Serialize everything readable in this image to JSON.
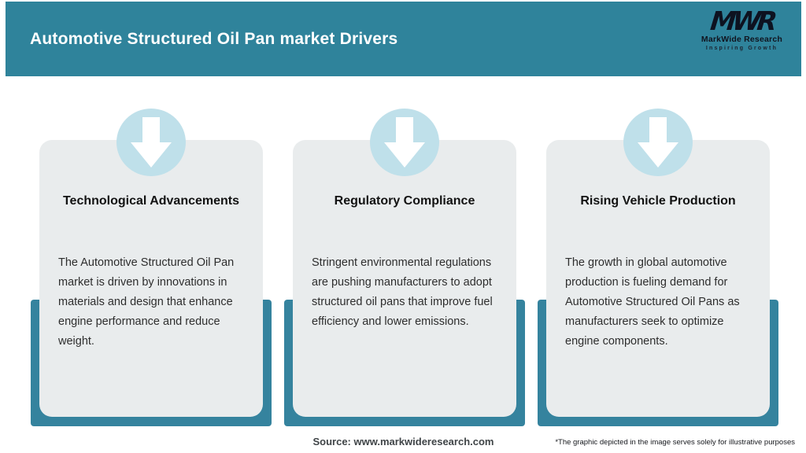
{
  "header": {
    "title": "Automotive Structured Oil Pan market Drivers",
    "logo": {
      "monogram": "MWR",
      "name": "MarkWide Research",
      "tagline": "Inspiring Growth"
    }
  },
  "cards": [
    {
      "icon": "down-arrow-icon",
      "title": "Technological Advancements",
      "description": "The Automotive Structured Oil Pan market is driven by innovations in materials and design that enhance engine performance and reduce weight."
    },
    {
      "icon": "down-arrow-icon",
      "title": "Regulatory Compliance",
      "description": "Stringent environmental regulations are pushing manufacturers to adopt structured oil pans that improve fuel efficiency and lower emissions."
    },
    {
      "icon": "down-arrow-icon",
      "title": "Rising Vehicle Production",
      "description": "The growth in global automotive production is fueling demand for Automotive Structured Oil Pans as manufacturers seek to optimize engine components."
    }
  ],
  "footer": {
    "source": "Source: www.markwideresearch.com",
    "disclaimer": "*The graphic depicted in the image serves solely for illustrative purposes"
  },
  "colors": {
    "header_teal": "#2f839b",
    "ribbon_teal": "#35839e",
    "card_background": "#e9eced",
    "circle_blue": "#bfe0ea",
    "arrow": "#ffffff",
    "title_text": "#ffffff"
  }
}
